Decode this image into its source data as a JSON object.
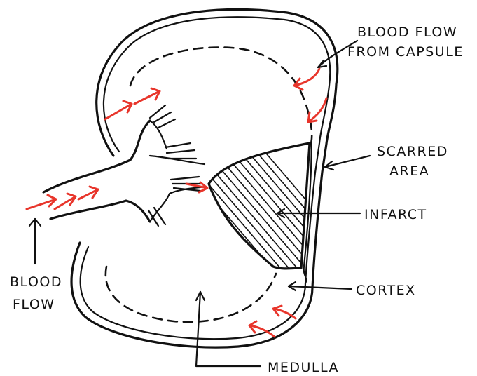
{
  "diagram": {
    "labels": {
      "blood_flow_capsule_line1": "BLOOD FLOW",
      "blood_flow_capsule_line2": "FROM CAPSULE",
      "scarred_line1": "SCARRED",
      "scarred_line2": "AREA",
      "infarct": "INFARCT",
      "cortex": "CORTEX",
      "medulla": "MEDULLA",
      "blood_flow_line1": "BLOOD",
      "blood_flow_line2": "FLOW"
    }
  },
  "colors": {
    "ink": "#111111",
    "arrow_red": "#e8352b",
    "background": "#ffffff"
  }
}
